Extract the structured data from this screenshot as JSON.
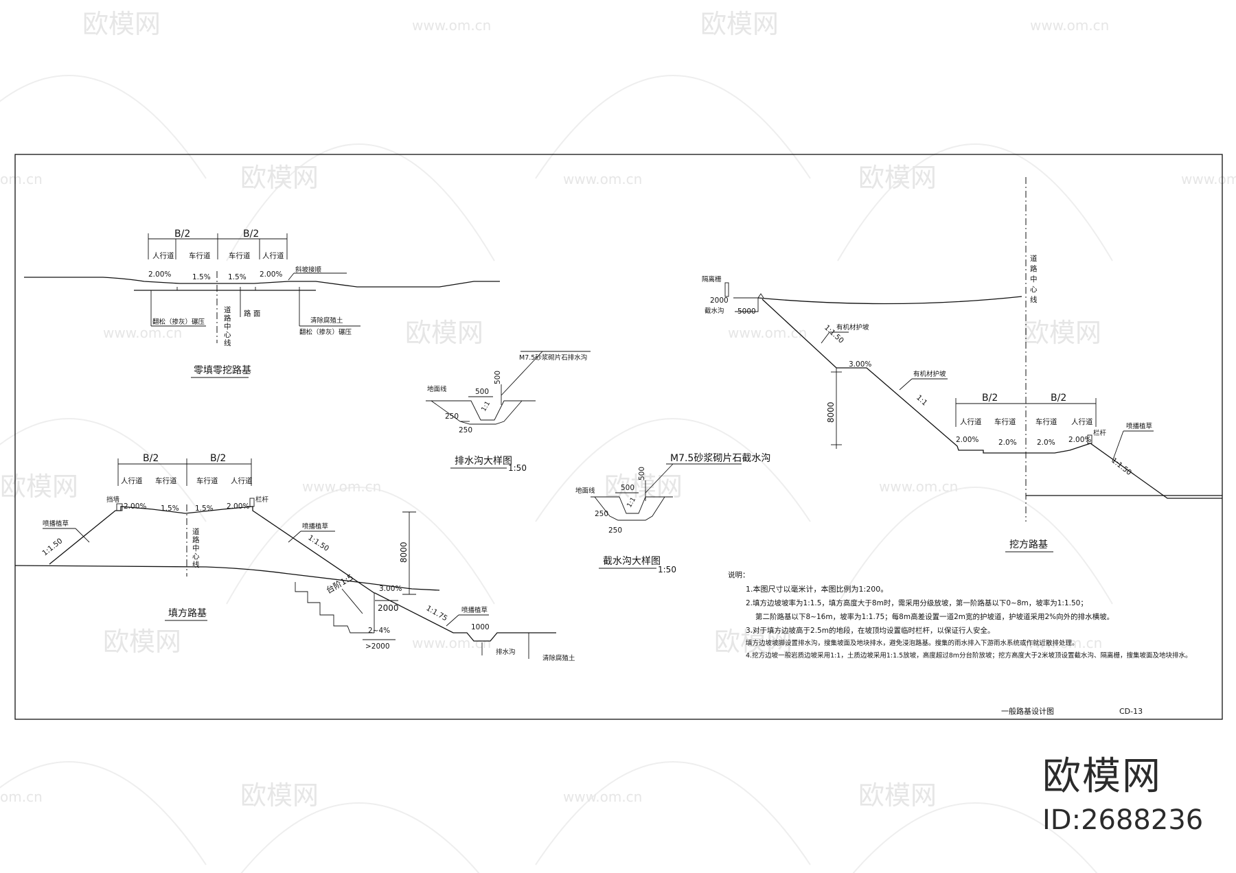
{
  "watermark": {
    "logo": "欧模网",
    "url": "www.om.cn",
    "url_tail": "om.cn"
  },
  "brand": {
    "name": "欧模网",
    "id": "ID:2688236"
  },
  "title_block": {
    "drawing_name": "一般路基设计图",
    "drawing_no": "CD-13"
  },
  "zero_fill": {
    "title": "零填零挖路基",
    "half_width": "B/2",
    "lanes": [
      "人行道",
      "车行道",
      "车行道",
      "人行道"
    ],
    "slopes": [
      "2.00%",
      "1.5%",
      "1.5%",
      "2.00%"
    ],
    "side_slope": "斜坡接顺",
    "center_line": [
      "道",
      "路",
      "中",
      "心",
      "线"
    ],
    "pavement": "路 面",
    "note_left": "翻松（掺灰）碾压",
    "note_right_1": "清除腐殖土",
    "note_right_2": "翻松（掺灰）碾压"
  },
  "fill": {
    "title": "填方路基",
    "half_width": "B/2",
    "lanes": [
      "人行道",
      "车行道",
      "车行道",
      "人行道"
    ],
    "slopes": [
      "2.00%",
      "1.5%",
      "1.5%",
      "2.00%"
    ],
    "left_guard": "挡墙",
    "railing": "栏杆",
    "grass_left": "喷播植草",
    "grass_right": "喷播植草",
    "grass_bottom": "喷播植草",
    "ratio_left": "1:1.50",
    "ratio_right": "1:1.50",
    "ratio_lower": "1:1.75",
    "step": "台阶1:5",
    "berm_slope": "3.00%",
    "berm_width": "2000",
    "height": "8000",
    "step_slope": "2~4%",
    "step_width": ">2000",
    "ditch_width": "1000",
    "ditch": "排水沟",
    "clear": "清除腐殖土",
    "center_line": [
      "道",
      "路",
      "中",
      "心",
      "线"
    ]
  },
  "drain_detail": {
    "title": "排水沟大样图",
    "scale": "1:50",
    "material": "M7.5砂浆砌片石排水沟",
    "ground": "地面线",
    "dims": [
      "500",
      "500",
      "250",
      "250"
    ],
    "ratio": "1:1"
  },
  "intercept_detail": {
    "title": "截水沟大样图",
    "scale": "1:50",
    "material": "M7.5砂浆砌片石截水沟",
    "ground": "地面线",
    "dims": [
      "500",
      "500",
      "250",
      "250"
    ],
    "ratio": "1:1"
  },
  "cut": {
    "title": "挖方路基",
    "half_width": "B/2",
    "lanes": [
      "人行道",
      "车行道",
      "车行道",
      "人行道"
    ],
    "slopes": [
      "2.00%",
      "2.0%",
      "2.0%",
      "2.00%"
    ],
    "fence": "隔离栅",
    "fence_dim": "2000",
    "intercept": "截水沟",
    "intercept_dim": "5000",
    "ratio_upper": "1:1.50",
    "ratio_lower": "1:1",
    "ratio_right": "1:1.50",
    "organic_1": "有机材护坡",
    "organic_2": "有机材护坡",
    "berm_slope": "3.00%",
    "height": "8000",
    "railing": "栏杆",
    "grass": "喷播植草",
    "center_line": [
      "道",
      "路",
      "中",
      "心",
      "线"
    ]
  },
  "notes": {
    "heading": "说明：",
    "lines": [
      "1.本图尺寸以毫米计，本图比例为1:200。",
      "2.填方边坡坡率为1:1.5，填方高度大于8m时，需采用分级放坡，第一阶路基以下0~8m，坡率为1:1.50；",
      "第二阶路基以下8~16m，坡率为1:1.75；每8m高差设置一道2m宽的护坡道，护坡道采用2%向外的排水横坡。",
      "3.对于填方边坡高于2.5m的地段，在坡顶均设置临时栏杆，以保证行人安全。",
      "填方边坡坡脚设置排水沟，搜集坡面及地块排水，避免浸泡路基。搜集的雨水排入下游雨水系统或作就近散排处理。",
      "4.挖方边坡一般岩质边坡采用1:1，土质边坡采用1:1.5放坡，高度超过8m分台阶放坡；挖方高度大于2米坡顶设置截水沟、隔离栅，搜集坡面及地块排水。"
    ]
  }
}
